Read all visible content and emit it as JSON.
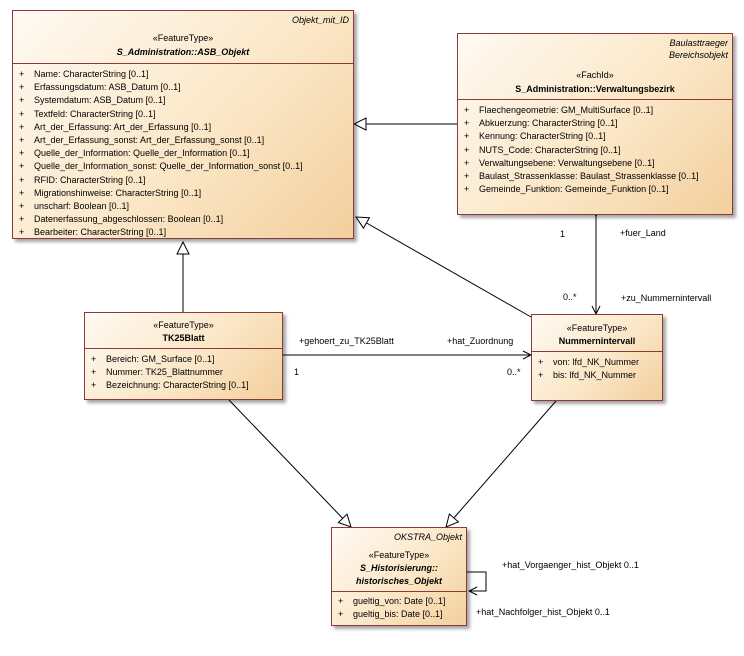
{
  "classes": {
    "asb": {
      "tag": [
        "Objekt_mit_ID"
      ],
      "stereotype": "«FeatureType»",
      "name": "S_Administration::ASB_Objekt",
      "attributes": [
        {
          "vis": "+",
          "text": "Name: CharacterString [0..1]"
        },
        {
          "vis": "+",
          "text": "Erfassungsdatum: ASB_Datum [0..1]"
        },
        {
          "vis": "+",
          "text": "Systemdatum: ASB_Datum [0..1]"
        },
        {
          "vis": "+",
          "text": "Textfeld: CharacterString [0..1]"
        },
        {
          "vis": "+",
          "text": "Art_der_Erfassung: Art_der_Erfassung [0..1]"
        },
        {
          "vis": "+",
          "text": "Art_der_Erfassung_sonst: Art_der_Erfassung_sonst [0..1]"
        },
        {
          "vis": "+",
          "text": "Quelle_der_Information: Quelle_der_Information [0..1]"
        },
        {
          "vis": "+",
          "text": "Quelle_der_Information_sonst: Quelle_der_Information_sonst [0..1]"
        },
        {
          "vis": "+",
          "text": "RFID: CharacterString [0..1]"
        },
        {
          "vis": "+",
          "text": "Migrationshinweise: CharacterString [0..1]"
        },
        {
          "vis": "+",
          "text": "unscharf: Boolean [0..1]"
        },
        {
          "vis": "+",
          "text": "Datenerfassung_abgeschlossen: Boolean [0..1]"
        },
        {
          "vis": "+",
          "text": "Bearbeiter: CharacterString [0..1]"
        }
      ]
    },
    "vb": {
      "tag": [
        "Baulasttraeger",
        "Bereichsobjekt"
      ],
      "stereotype": "«FachId»",
      "name": "S_Administration::Verwaltungsbezirk",
      "attributes": [
        {
          "vis": "+",
          "text": "Flaechengeometrie: GM_MultiSurface [0..1]"
        },
        {
          "vis": "+",
          "text": "Abkuerzung: CharacterString [0..1]"
        },
        {
          "vis": "+",
          "text": "Kennung: CharacterString [0..1]"
        },
        {
          "vis": "+",
          "text": "NUTS_Code: CharacterString [0..1]"
        },
        {
          "vis": "+",
          "text": "Verwaltungsebene: Verwaltungsebene [0..1]"
        },
        {
          "vis": "+",
          "text": "Baulast_Strassenklasse: Baulast_Strassenklasse [0..1]"
        },
        {
          "vis": "+",
          "text": "Gemeinde_Funktion: Gemeinde_Funktion [0..1]"
        }
      ]
    },
    "tk": {
      "stereotype": "«FeatureType»",
      "name": "TK25Blatt",
      "attributes": [
        {
          "vis": "+",
          "text": "Bereich: GM_Surface [0..1]"
        },
        {
          "vis": "+",
          "text": "Nummer: TK25_Blattnummer"
        },
        {
          "vis": "+",
          "text": "Bezeichnung: CharacterString [0..1]"
        }
      ]
    },
    "ni": {
      "stereotype": "«FeatureType»",
      "name": "Nummernintervall",
      "attributes": [
        {
          "vis": "+",
          "text": "von: lfd_NK_Nummer"
        },
        {
          "vis": "+",
          "text": "bis: lfd_NK_Nummer"
        }
      ]
    },
    "ho": {
      "tag": [
        "OKSTRA_Objekt"
      ],
      "stereotype": "«FeatureType»",
      "name_lines": [
        "S_Historisierung::",
        "historisches_Objekt"
      ],
      "attributes": [
        {
          "vis": "+",
          "text": "gueltig_von: Date [0..1]"
        },
        {
          "vis": "+",
          "text": "gueltig_bis: Date [0..1]"
        }
      ]
    }
  },
  "labels": {
    "fuer_land": "+fuer_Land",
    "mult_vb": "1",
    "mult_ni_top": "0..*",
    "zu_nummernintervall": "+zu_Nummernintervall",
    "gehoert_zu": "+gehoert_zu_TK25Blatt",
    "hat_zuordnung": "+hat_Zuordnung",
    "mult_tk": "1",
    "mult_ni_left": "0..*",
    "vorgaenger": "+hat_Vorgaenger_hist_Objekt 0..1",
    "nachfolger": "+hat_Nachfolger_hist_Objekt 0..1"
  },
  "colors": {
    "border": "#8b3a3a",
    "fill_light": "#fffaf3",
    "fill_dark": "#f3cf9d",
    "line": "#000000"
  }
}
